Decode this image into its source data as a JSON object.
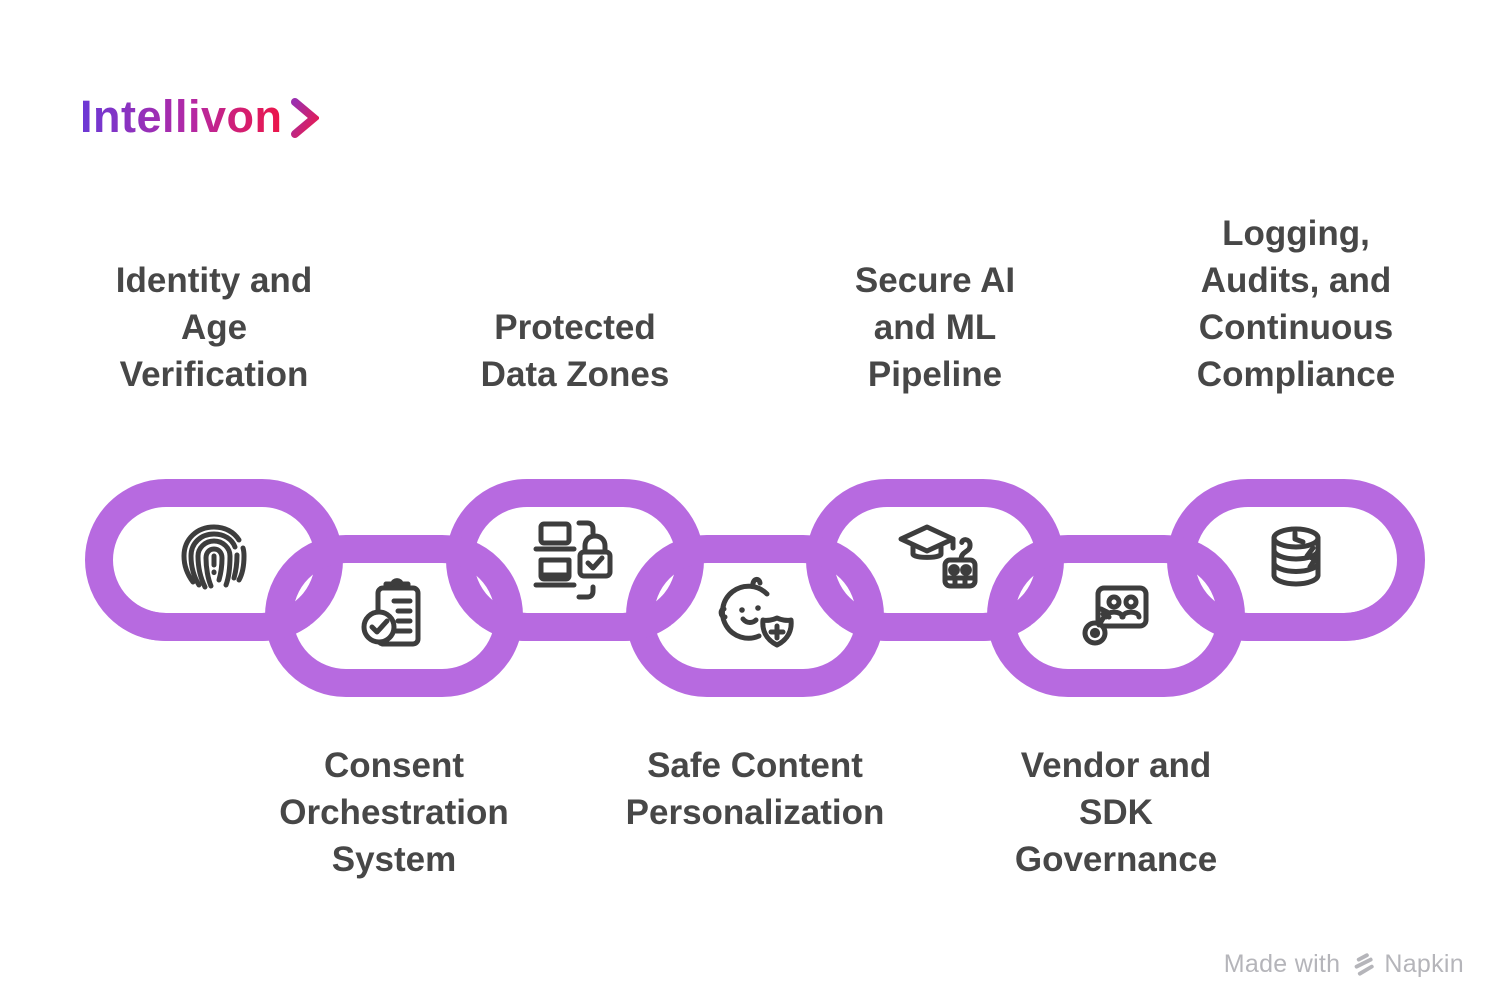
{
  "logo": {
    "text": "Intellivon",
    "gradient_start": "#6b39d6",
    "gradient_mid": "#b429a4",
    "gradient_end": "#ed1547"
  },
  "chain": {
    "icon_color": "#3d3d3d",
    "links": [
      {
        "id": "identity-age-verification",
        "label": "Identity and\nAge\nVerification",
        "label_position": "top",
        "color": "#9a3ec6",
        "icon": "fingerprint-icon"
      },
      {
        "id": "consent-orchestration-system",
        "label": "Consent\nOrchestration\nSystem",
        "label_position": "bottom",
        "color": "#a24bce",
        "icon": "clipboard-check-icon"
      },
      {
        "id": "protected-data-zones",
        "label": "Protected\nData Zones",
        "label_position": "top",
        "color": "#ab58d7",
        "icon": "devices-lock-icon"
      },
      {
        "id": "safe-content-personalization",
        "label": "Safe Content\nPersonalization",
        "label_position": "bottom",
        "color": "#b465de",
        "icon": "child-shield-icon"
      },
      {
        "id": "secure-ai-ml-pipeline",
        "label": "Secure AI\nand ML\nPipeline",
        "label_position": "top",
        "color": "#bd76e5",
        "icon": "graduation-robot-icon"
      },
      {
        "id": "vendor-sdk-governance",
        "label": "Vendor and\nSDK\nGovernance",
        "label_position": "bottom",
        "color": "#c98aec",
        "icon": "badge-key-icon"
      },
      {
        "id": "logging-audits-continuous-compliance",
        "label": "Logging,\nAudits, and\nContinuous\nCompliance",
        "label_position": "top",
        "color": "#d8a2f3",
        "icon": "database-audit-icon"
      }
    ]
  },
  "watermark": {
    "text": "Made with",
    "brand": "Napkin",
    "color": "#b5b5ba"
  }
}
